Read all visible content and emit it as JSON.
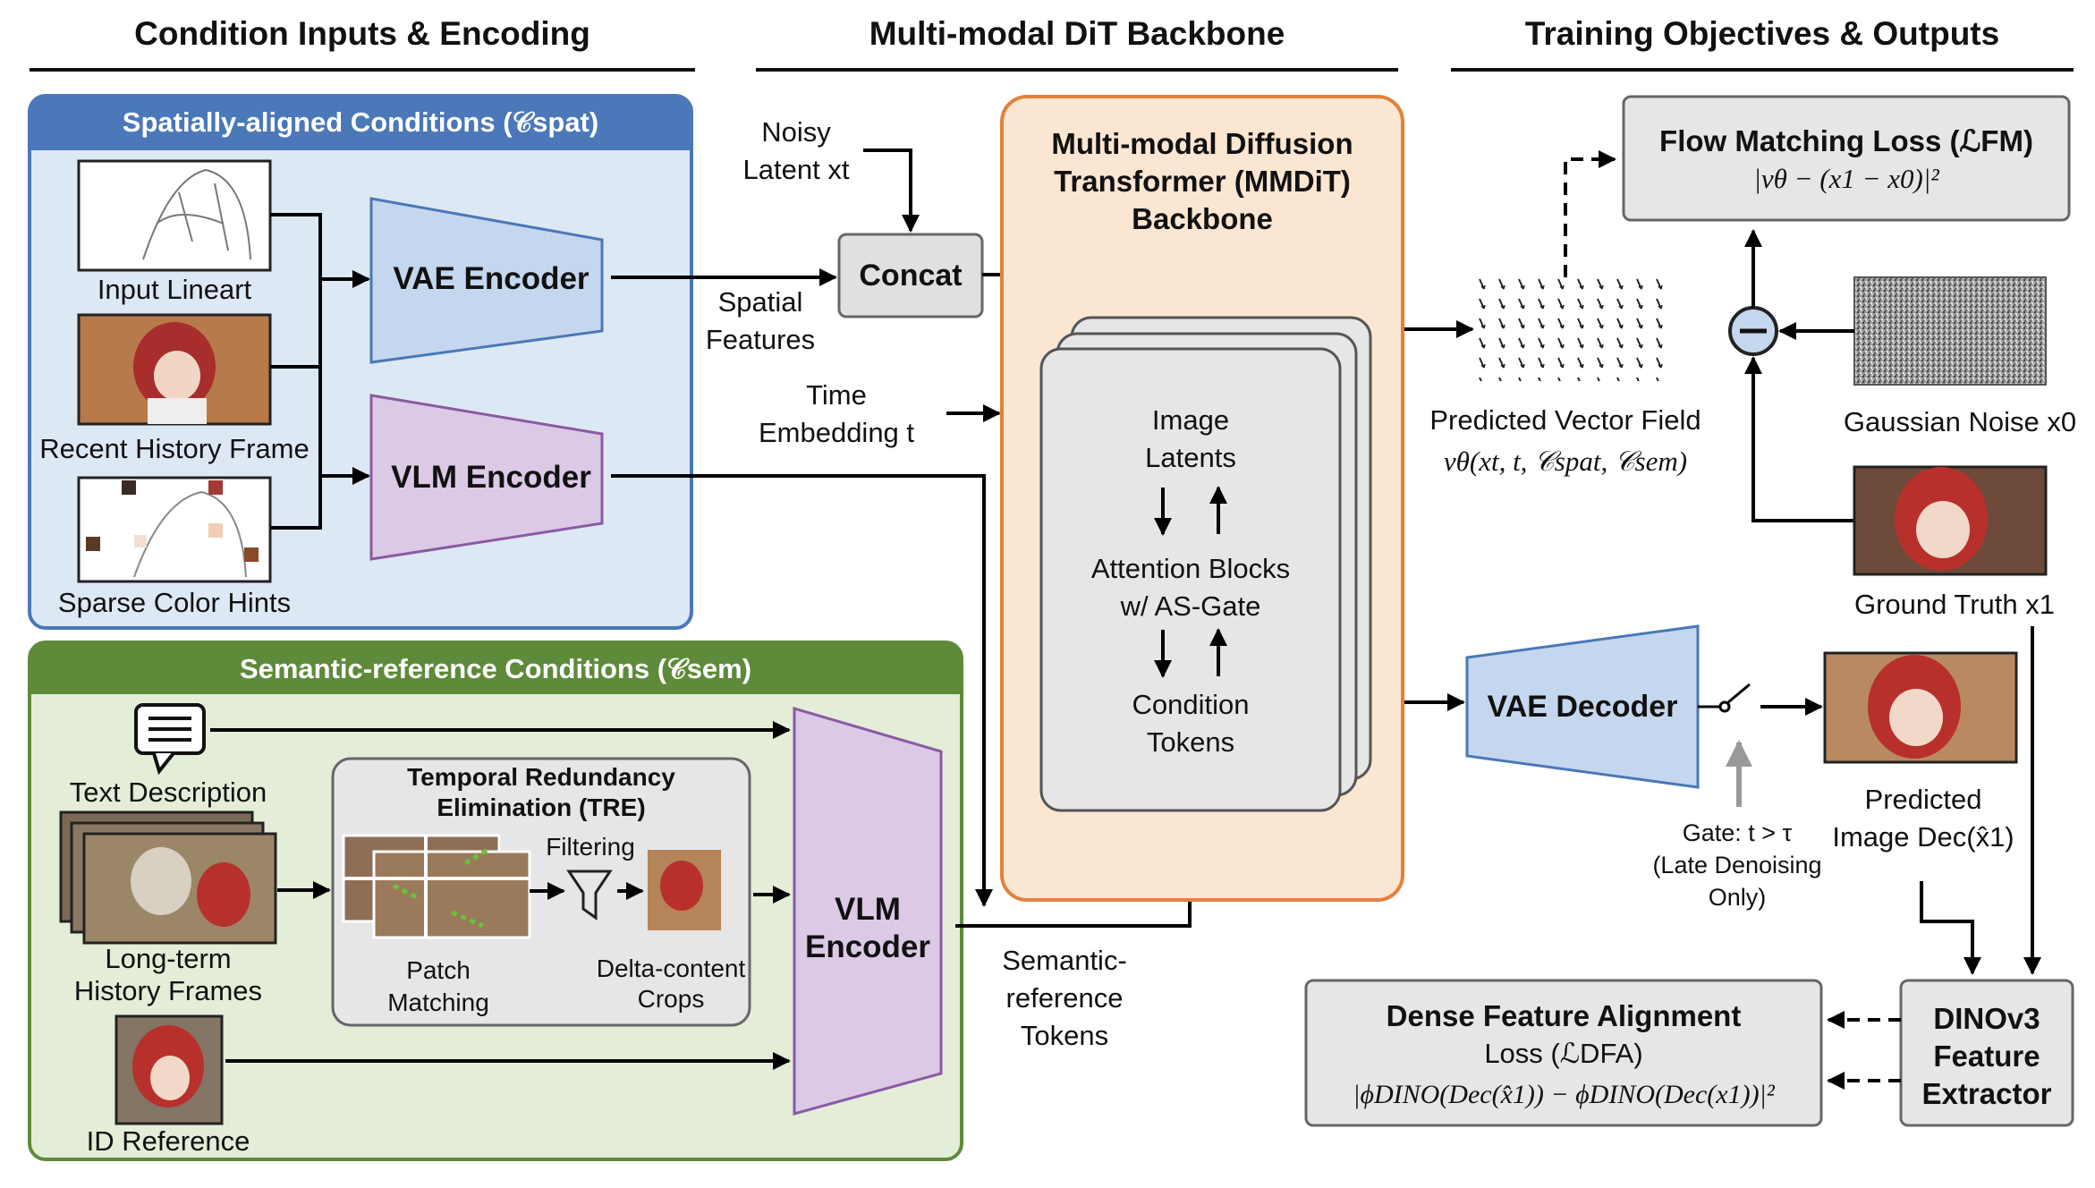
{
  "headers": {
    "left": "Condition Inputs & Encoding",
    "mid": "Multi-modal DiT Backbone",
    "right": "Training Objectives & Outputs"
  },
  "spatial_panel": {
    "title": "Spatially-aligned Conditions (𝒞spat)",
    "inputs": [
      "Input Lineart",
      "Recent History Frame",
      "Sparse Color Hints"
    ],
    "vae_encoder": "VAE Encoder",
    "vlm_encoder": "VLM Encoder"
  },
  "semantic_panel": {
    "title": "Semantic-reference Conditions (𝒞sem)",
    "text_description": "Text Description",
    "history_frames": [
      "Long-term",
      "History Frames"
    ],
    "id_reference": "ID Reference",
    "tre_title": [
      "Temporal Redundancy",
      "Elimination (TRE)"
    ],
    "filtering": "Filtering",
    "patch_matching": [
      "Patch",
      "Matching"
    ],
    "delta_crops": [
      "Delta-content",
      "Crops"
    ],
    "vlm_encoder": [
      "VLM",
      "Encoder"
    ]
  },
  "middle": {
    "noisy_latent": [
      "Noisy",
      "Latent xt"
    ],
    "concat": "Concat",
    "spatial_features": [
      "Spatial",
      "Features"
    ],
    "time_embedding": [
      "Time",
      "Embedding t"
    ],
    "semantic_tokens": [
      "Semantic-",
      "reference",
      "Tokens"
    ],
    "backbone_title": [
      "Multi-modal Diffusion",
      "Transformer (MMDiT)",
      "Backbone"
    ],
    "image_latents": [
      "Image",
      "Latents"
    ],
    "attention_blocks": [
      "Attention Blocks",
      "w/ AS-Gate"
    ],
    "condition_tokens": [
      "Condition",
      "Tokens"
    ]
  },
  "right": {
    "flow_loss": [
      "Flow Matching Loss (ℒFM)",
      "|vθ − (x1 − x0)|²"
    ],
    "vector_field": [
      "Predicted Vector Field",
      "vθ(xt, t, 𝒞spat, 𝒞sem)"
    ],
    "gaussian_noise": "Gaussian Noise x0",
    "ground_truth": "Ground Truth x1",
    "vae_decoder": "VAE Decoder",
    "gate": [
      "Gate: t > τ",
      "(Late Denoising",
      "Only)"
    ],
    "predicted_image": [
      "Predicted",
      "Image Dec(x̂1)"
    ],
    "dfa_loss": [
      "Dense Feature Alignment",
      "Loss (ℒDFA)",
      "|ϕDINO(Dec(x̂1)) − ϕDINO(Dec(x1))|²"
    ],
    "dino": [
      "DINOv3",
      "Feature",
      "Extractor"
    ]
  },
  "colors": {
    "spatial_header": "#4a78b8",
    "spatial_bg": "#dde8f5",
    "semantic_header": "#5e8a3a",
    "semantic_bg": "#e3edd8",
    "vae": "#c5d7ee",
    "vlm": "#dcc9e6",
    "backbone_bg": "#fbe6d2",
    "backbone_border": "#e2813b",
    "grey_box": "#e6e6e6"
  }
}
